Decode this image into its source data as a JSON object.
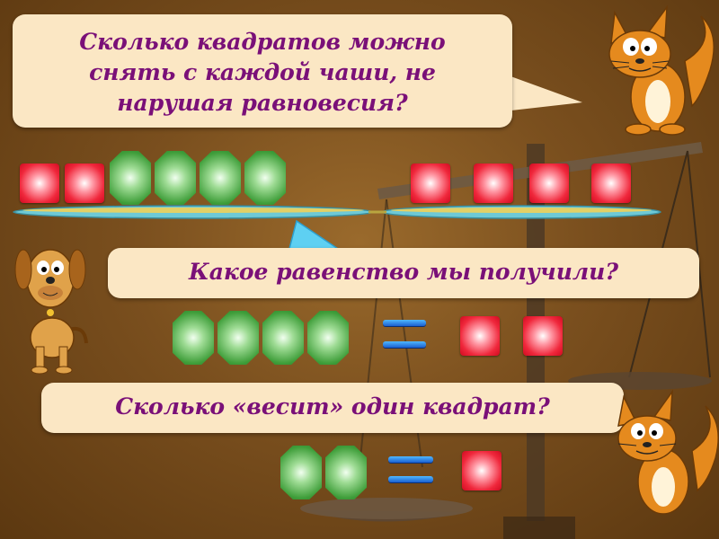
{
  "slide": {
    "question_1": "Сколько квадратов можно снять с каждой чаши, не нарушая равновесия?",
    "question_2": "Какое равенство мы получили?",
    "question_3": "Сколько «весит» один квадрат?"
  },
  "colors": {
    "background": "#7a4f1e",
    "bubble": "#fbe7c4",
    "text": "#7a1078",
    "square": "#f0283c",
    "octagon": "#3f9e3a",
    "equals": "#1a5fd0"
  },
  "icons": [
    "scale-icon",
    "cat-icon",
    "dog-icon",
    "cat-icon"
  ]
}
